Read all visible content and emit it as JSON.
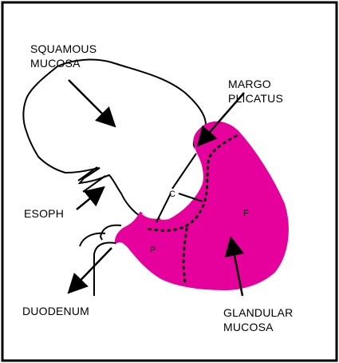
{
  "labels": {
    "squamous_line1": "SQUAMOUS",
    "squamous_line2": "MUCOSA",
    "margo_line1": "MARGO",
    "margo_line2": "PLICATUS",
    "esoph": "ESOPH",
    "duodenum": "DUODENUM",
    "glandular_line1": "GLANDULAR",
    "glandular_line2": "MUCOSA",
    "region_c": "C",
    "region_f": "F",
    "region_p": "P"
  },
  "colors": {
    "glandular_fill": "#E6009C",
    "outline": "#000000",
    "background": "#FFFFFF"
  }
}
